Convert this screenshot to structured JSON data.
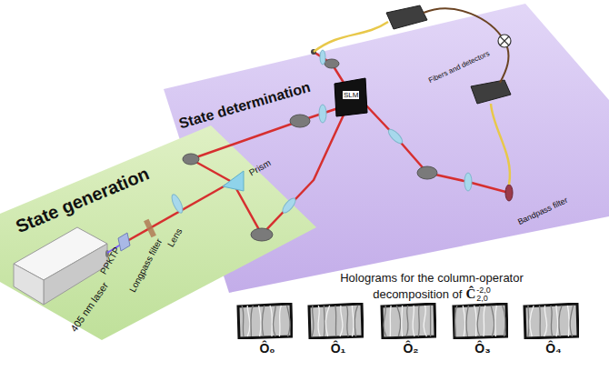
{
  "diagram": {
    "nodes": [
      {
        "text": [
          "State determination"
        ]
      },
      {
        "text": [
          "State generation"
        ]
      },
      {
        "text": [
          "Ô₀"
        ]
      },
      {
        "text": [
          "Ô₁"
        ]
      },
      {
        "text": [
          "Ô₂"
        ]
      },
      {
        "text": [
          "Ô₃"
        ]
      },
      {
        "text": [
          "Ô₄"
        ]
      }
    ],
    "labels": [
      "405 nm laser",
      "PPKTP",
      "Longpass filter",
      "Lens",
      "Prism",
      "SLM",
      "Fibers and detectors",
      "Bandpass filter",
      "Holograms for the column-operator decomposition of",
      "Ĉ",
      "-2,0",
      "2,0"
    ]
  }
}
